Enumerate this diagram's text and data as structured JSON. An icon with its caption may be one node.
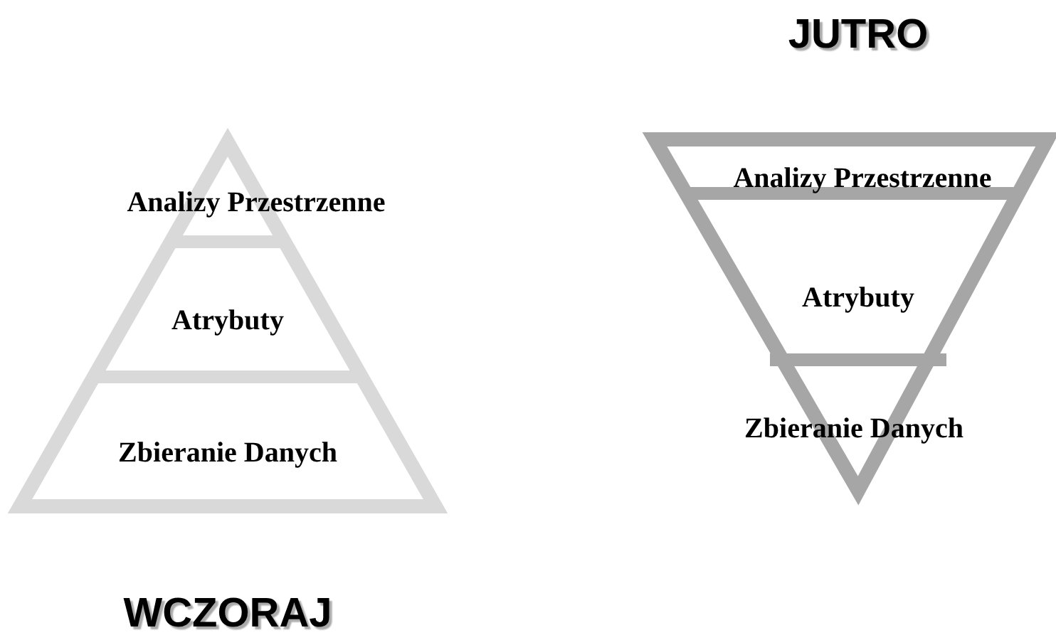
{
  "diagram": {
    "nodes": [
      {
        "text": [
          "Analizy Przestrzenne"
        ]
      },
      {
        "text": [
          "Atrybuty"
        ]
      },
      {
        "text": [
          "Zbieranie Danych"
        ]
      },
      {
        "text": [
          "Analizy Przestrzenne"
        ]
      },
      {
        "text": [
          "Atrybuty"
        ]
      },
      {
        "text": [
          "Zbieranie Danych"
        ]
      }
    ],
    "labels": [
      "JUTRO",
      "WCZORAJ"
    ]
  }
}
